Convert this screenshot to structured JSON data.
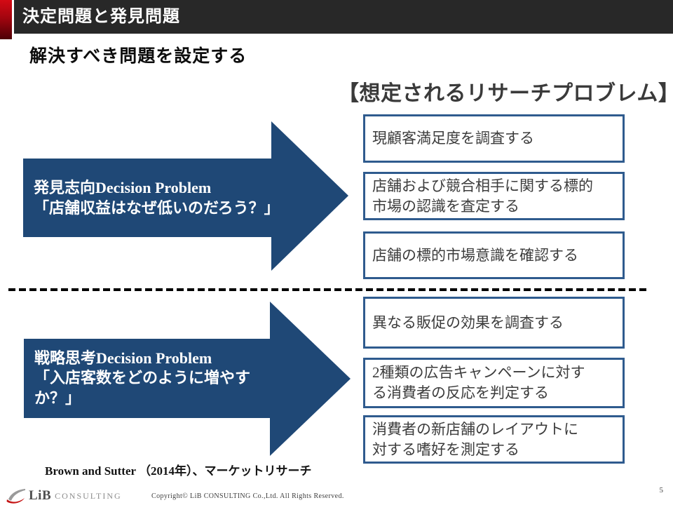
{
  "header": {
    "title": "決定問題と発見問題"
  },
  "subtitle": "解決すべき問題を設定する",
  "research_heading": "【想定されるリサーチプロブレム】",
  "arrows": [
    {
      "text": "発見志向Decision Problem\n「店舗収益はなぜ低いのだろう？」"
    },
    {
      "text": "戦略思考Decision Problem\n「入店客数をどのように増やすか？」"
    }
  ],
  "research_problems": [
    "現顧客満足度を調査する",
    "店舗および競合相手に関する標的\n市場の認識を査定する",
    "店舗の標的市場意識を確認する",
    "異なる販促の効果を調査する",
    "2種類の広告キャンペーンに対す\nる消費者の反応を判定する",
    "消費者の新店舗のレイアウトに\n対する嗜好を測定する"
  ],
  "citation": "Brown and Sutter （2014年）、マーケットリサーチ",
  "footer": {
    "logo_main": "LiB",
    "logo_sub": "CONSULTING",
    "copyright": "Copyright© LiB CONSULTING Co.,Ltd. All Rights Reserved.",
    "page_number": "5"
  },
  "colors": {
    "header_bg": "#282828",
    "accent_red": "#C00A14",
    "arrow_fill": "#1F4876",
    "box_border": "#2F5B8E"
  }
}
